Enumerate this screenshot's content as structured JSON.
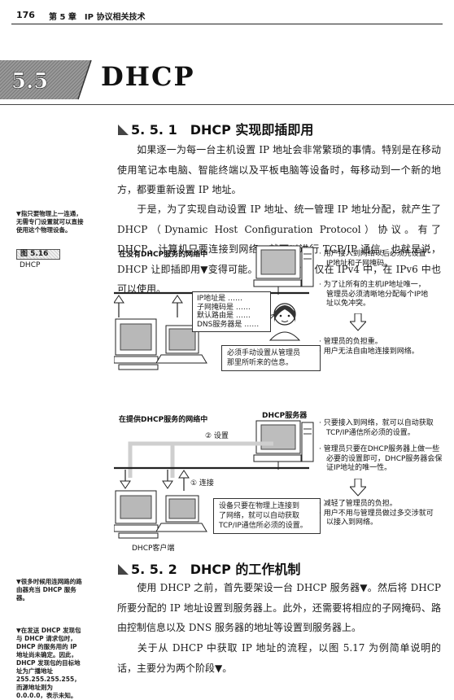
{
  "header": {
    "page_number": "176",
    "chapter": "第 5 章　IP 协议相关技术"
  },
  "section": {
    "number": "5.5",
    "title": "DHCP"
  },
  "sub1": {
    "title": "5. 5. 1　DHCP 实现即插即用",
    "p1": "如果逐一为每一台主机设置 IP 地址会非常繁琐的事情。特别是在移动使用笔记本电脑、智能终端以及平板电脑等设备时，每移动到一个新的地方，都要重新设置 IP 地址。",
    "p2": "于是，为了实现自动设置 IP 地址、统一管理 IP 地址分配，就产生了 DHCP（Dynamic Host Configuration Protocol）协议。有了 DHCP，计算机只要连接到网络，就可以进行 TCP/IP 通信。也就是说，DHCP 让即插即用▼变得可能。而 DHCP 不仅在 IPv4 中，在 IPv6 中也可以使用。"
  },
  "notes": {
    "n1": "▼指只要物理上一连通，无需专门设置就可以直接使用这个物理设备。",
    "n2": "▼很多时候用连网路的路由器充当 DHCP 服务器。",
    "n3": "▼在发送 DHCP 发现包与 DHCP 请求包时，DHCP 的服务用的 IP 地址尚未确定。因此，DHCP 发现包的目标地址为广播地址 255.255.255.255，而源地址则为 0.0.0.0，表示未知。"
  },
  "figure": {
    "label": "图 5.16",
    "name": "DHCP",
    "top": {
      "title": "在没有DHCP服务的网络中",
      "bubble": [
        "IP地址是 ……",
        "子网掩码是 ……",
        "默认路由是 ……",
        "DNS服务器是 ……"
      ],
      "box": [
        "必须手动设置从管理员",
        "那里所听来的信息。"
      ],
      "bullets1": [
        "· 用户接入到网络以后必须先设置",
        "　IP地址和子网掩码。"
      ],
      "bullets2": [
        "· 为了让所有的主机IP地址唯一，",
        "　管理员必须清晰地分配每个IP地",
        "　址以免冲突。"
      ],
      "bullets3": [
        "· 管理员的负担重。",
        "· 用户无法自由地连接到网络。"
      ]
    },
    "bottom": {
      "title": "在提供DHCP服务的网络中",
      "server_label": "DHCP服务器",
      "setting_label": "② 设置",
      "connect_label": "① 连接",
      "client_label": "DHCP客户端",
      "box": [
        "设备只要在物理上连接到",
        "了网络，就可以自动获取",
        "TCP/IP通信所必须的设置。"
      ],
      "bullets1": [
        "· 只要接入到网络，就可以自动获取",
        "　TCP/IP通信所必须的设置。"
      ],
      "bullets2": [
        "· 管理员只要在DHCP服务器上做一些",
        "　必要的设置即可，DHCP服务器会保",
        "　证IP地址的唯一性。"
      ],
      "bullets3": [
        "· 减轻了管理员的负担。",
        "· 用户不用与管理员做过多交涉就可",
        "　以接入到网络。"
      ]
    }
  },
  "sub2": {
    "title": "5. 5. 2　DHCP 的工作机制",
    "p1": "使用 DHCP 之前，首先要架设一台 DHCP 服务器▼。然后将 DHCP 所要分配的 IP 地址设置到服务器上。此外，还需要将相应的子网掩码、路由控制信息以及 DNS 服务器的地址等设置到服务器上。",
    "p2": "关于从 DHCP 中获取 IP 地址的流程，以图 5.17 为例简单说明的话，主要分为两个阶段▼。"
  }
}
